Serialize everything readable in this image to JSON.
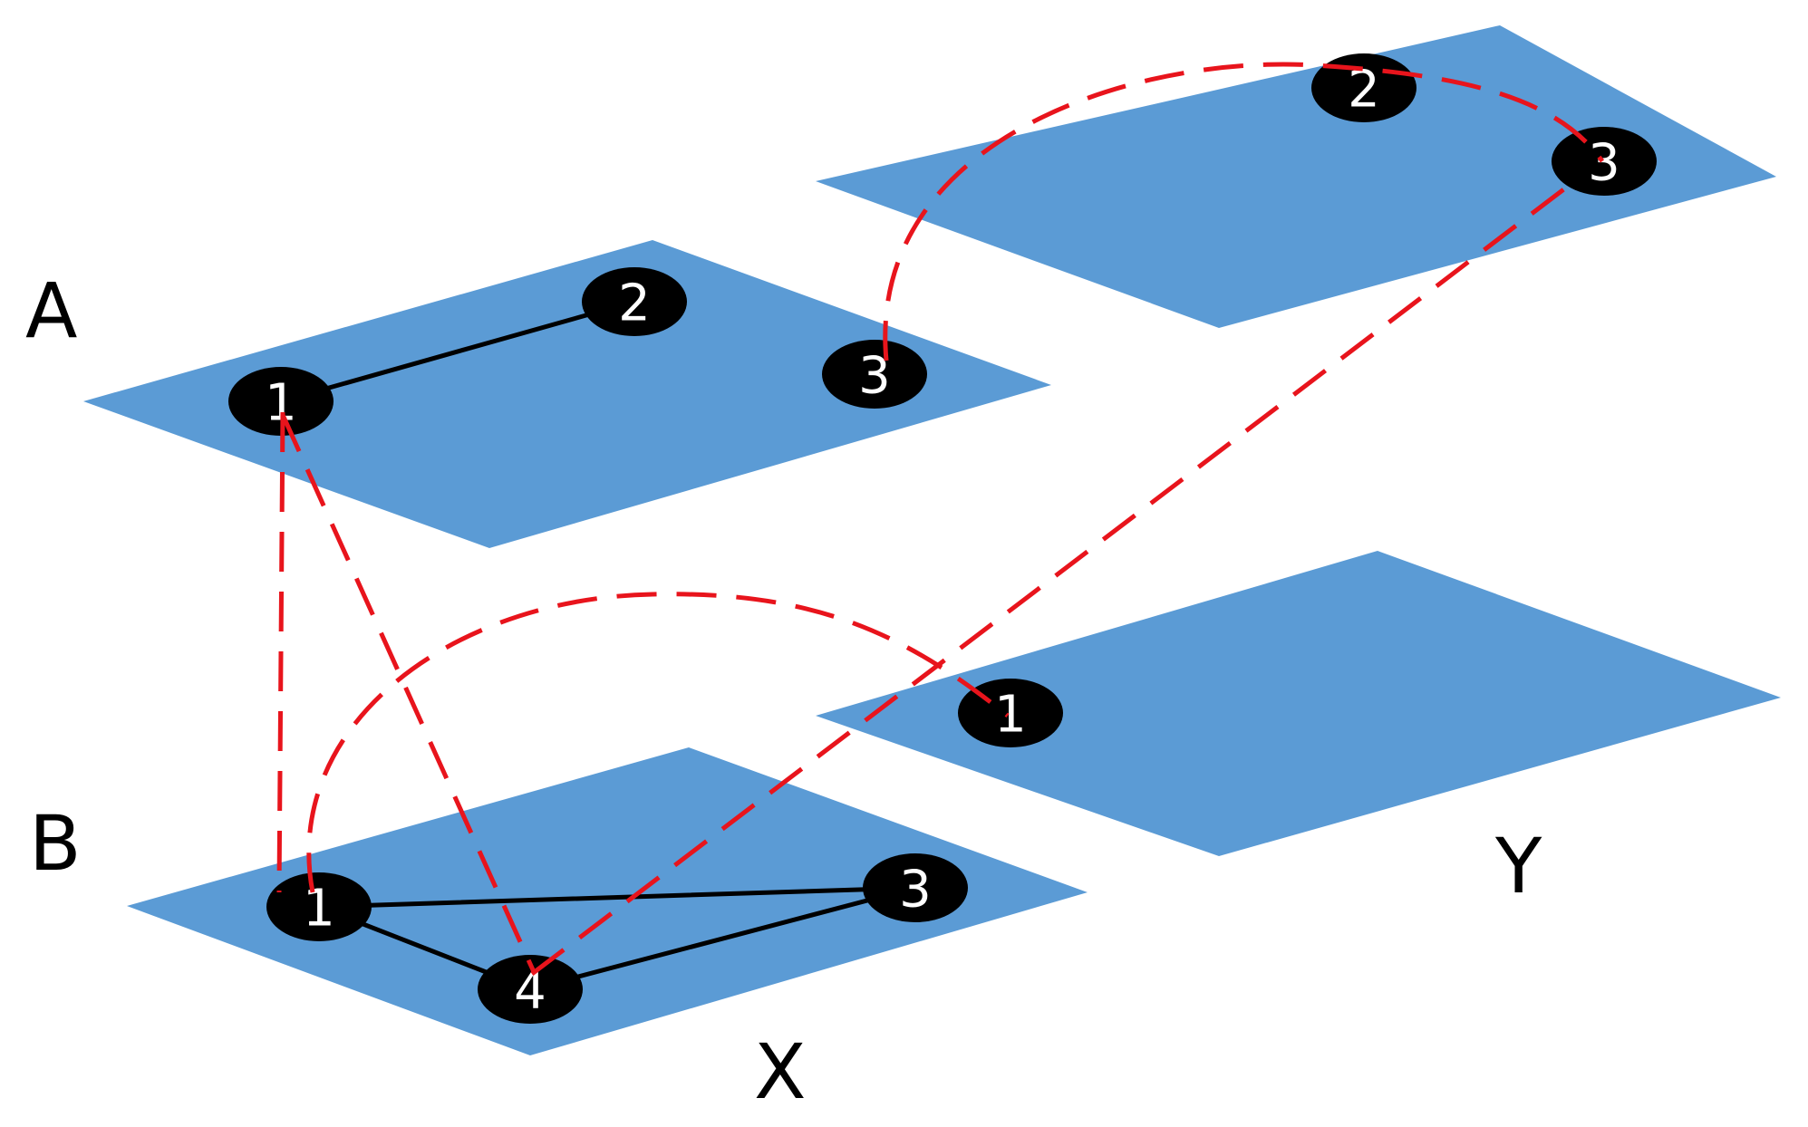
{
  "colors": {
    "plane": "#5b9bd5",
    "node": "#000000",
    "intra_edge": "#000000",
    "inter_edge": "#e8141c"
  },
  "axis_labels": {
    "layer_A": "A",
    "layer_B": "B",
    "aspect_X": "X",
    "aspect_Y": "Y"
  },
  "nodes": {
    "AX1": "1",
    "AX2": "2",
    "AX3": "3",
    "AY2": "2",
    "AY3": "3",
    "BX1": "1",
    "BX3": "3",
    "BX4": "4",
    "BY1": "1"
  },
  "edges": {
    "intra_layer": [
      [
        "AX1",
        "AX2"
      ],
      [
        "BX1",
        "BX3"
      ],
      [
        "BX1",
        "BX4"
      ],
      [
        "BX4",
        "BX3"
      ]
    ],
    "inter_layer": [
      [
        "AX1",
        "BX1"
      ],
      [
        "AX1",
        "BX4"
      ],
      [
        "AX3",
        "AY3"
      ],
      [
        "BX1",
        "BY1"
      ],
      [
        "BX4",
        "AY3"
      ]
    ]
  }
}
